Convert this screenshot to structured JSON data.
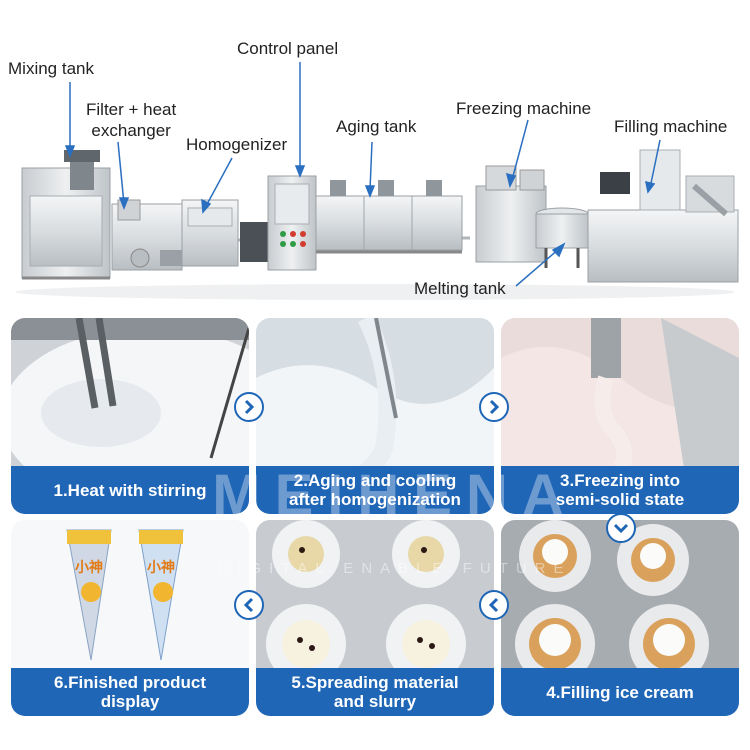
{
  "callouts": {
    "mixing_tank": "Mixing tank",
    "filter_heat_exchanger": "Filter + heat\nexchanger",
    "homogenizer": "Homogenizer",
    "control_panel": "Control panel",
    "aging_tank": "Aging tank",
    "freezing_machine": "Freezing machine",
    "filling_machine": "Filling machine",
    "melting_tank": "Melting tank"
  },
  "steps": [
    {
      "label": "1.Heat with stirring"
    },
    {
      "label": "2.Aging and cooling\nafter homogenization"
    },
    {
      "label": "3.Freezing into\nsemi-solid state"
    },
    {
      "label": "4.Filling ice cream"
    },
    {
      "label": "5.Spreading material\nand slurry"
    },
    {
      "label": "6.Finished product\ndisplay"
    }
  ],
  "product_text": {
    "brand": "小神"
  },
  "watermark": {
    "main": "MEIHENA",
    "sub": "DIGITAL ENABLE FUTURE"
  },
  "colors": {
    "accent": "#1f66b7",
    "callout_line": "#2a6fc0",
    "steel": "#d8dcdf"
  }
}
